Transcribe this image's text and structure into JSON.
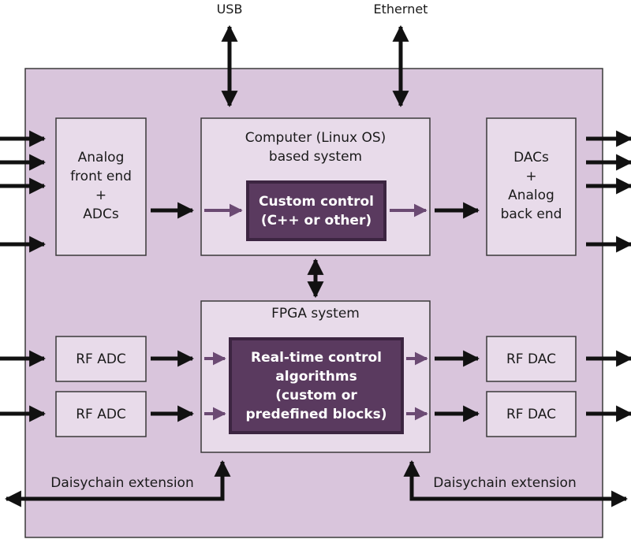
{
  "labels": {
    "usb": "USB",
    "ethernet": "Ethernet",
    "analog_front_end": "Analog\nfront end\n+\nADCs",
    "computer_system": "Computer (Linux OS)\nbased system",
    "custom_control": "Custom control\n(C++ or other)",
    "dacs_back_end": "DACs\n+\nAnalog\nback end",
    "fpga_system": "FPGA system",
    "rt_control": "Real-time control\nalgorithms\n(custom or\npredefined blocks)",
    "rf_adc_1": "RF ADC",
    "rf_adc_2": "RF ADC",
    "rf_dac_1": "RF DAC",
    "rf_dac_2": "RF DAC",
    "daisychain_left": "Daisychain extension",
    "daisychain_right": "Daisychain extension"
  },
  "colors": {
    "board": "#d9c5dc",
    "box": "#e8dbea",
    "inner_box": "#5a3a5f",
    "inner_border": "#3c2541",
    "border": "#3a3a3a",
    "arrow": "#111111",
    "purple_arrow": "#6b4a73"
  }
}
